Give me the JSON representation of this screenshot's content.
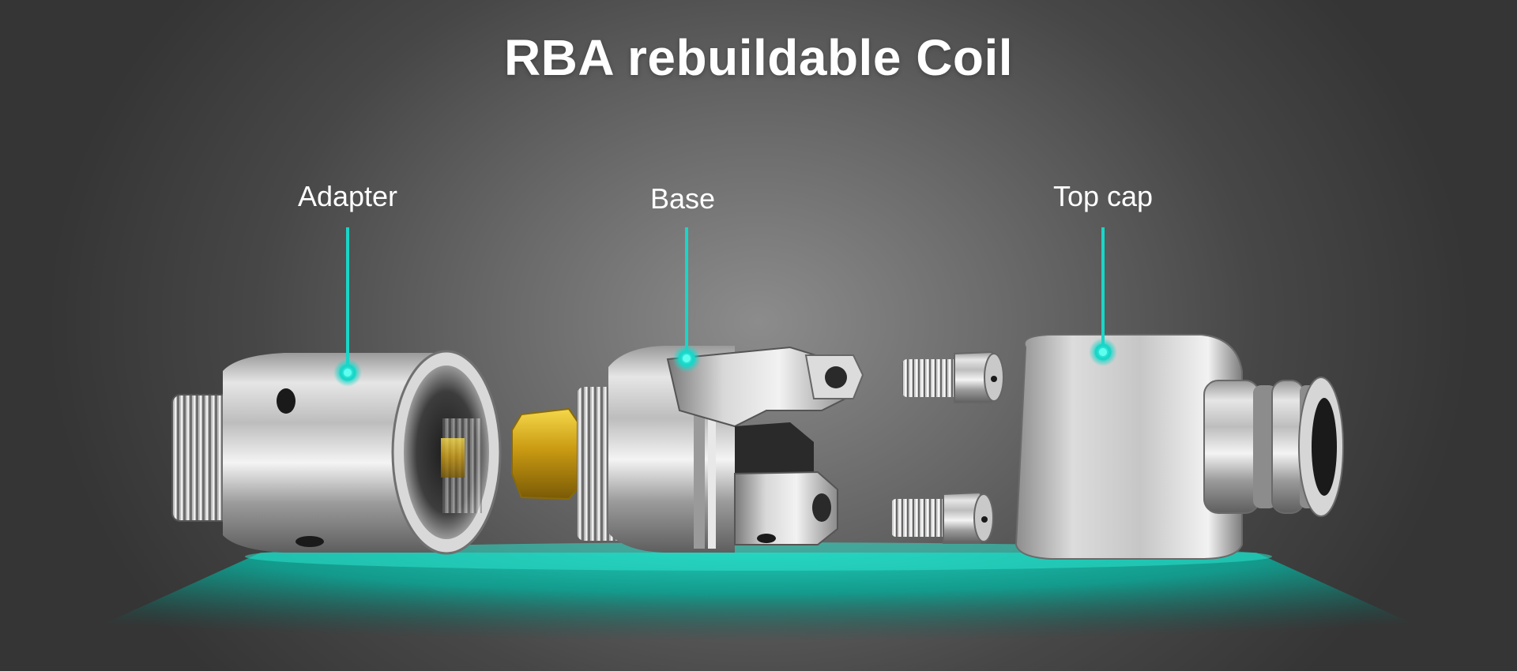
{
  "title": "RBA rebuildable Coil",
  "parts": [
    {
      "label": "Adapter",
      "icon": "adapter-part"
    },
    {
      "label": "Base",
      "icon": "base-part"
    },
    {
      "label": "Top cap",
      "icon": "top-cap-part"
    }
  ],
  "colors": {
    "accent": "#19d6c8",
    "floor_glow": "#13b3a2",
    "metal_light": "#e9e9e9",
    "metal_dark": "#5a5a5a",
    "gold": "#d8b21a"
  }
}
